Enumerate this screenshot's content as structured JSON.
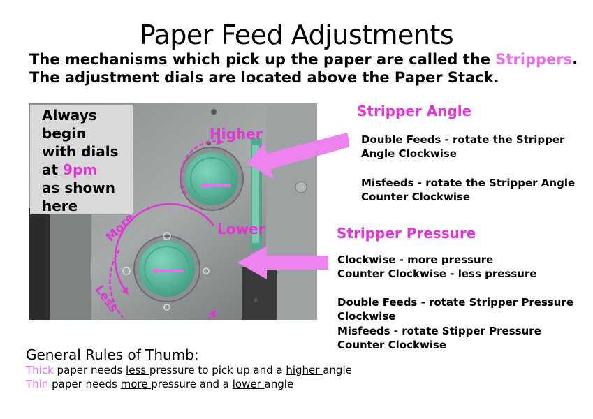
{
  "title": "Paper Feed Adjustments",
  "intro": {
    "line1_prefix": "The mechanisms which pick up the paper are called the ",
    "line1_highlight": "Strippers",
    "line1_suffix": ".",
    "line2": "The adjustment dials are located above the Paper Stack."
  },
  "photo": {
    "note_line1": "Always",
    "note_line2": "begin",
    "note_line3": "with dials",
    "note_line4_prefix": "at ",
    "note_line4_highlight": "9pm",
    "note_line5": "as shown",
    "note_line6": "here",
    "label_higher": "Higher",
    "label_lower": "Lower",
    "label_more": "More",
    "label_less": "Less"
  },
  "stripper_angle": {
    "heading": "Stripper Angle",
    "line1": "Double Feeds - rotate the Stripper",
    "line2": "Angle Clockwise",
    "line3": "Misfeeds - rotate the Stripper Angle",
    "line4": "Counter Clockwise"
  },
  "stripper_pressure": {
    "heading": "Stripper Pressure",
    "line1": "Clockwise - more pressure",
    "line2": "Counter Clockwise - less pressure",
    "line3": "Double Feeds -  rotate Stripper Pressure",
    "line4": "Clockwise",
    "line5": "Misfeeds - rotate Stipper Pressure",
    "line6": "Counter Clockwise"
  },
  "rules": {
    "heading": "General Rules of Thumb:",
    "thick_word": "Thick",
    "thick_a": " paper needs ",
    "thick_b": "less ",
    "thick_c": "pressure to pick up and a ",
    "thick_d": "higher ",
    "thick_e": "angle",
    "thin_word": "Thin",
    "thin_a": " paper needs ",
    "thin_b": "more ",
    "thin_c": "pressure and a ",
    "thin_d": "lower ",
    "thin_e": "angle"
  },
  "colors": {
    "highlight": "#e96fe8",
    "accent": "#e235d6",
    "dial": "#5fbfa4"
  }
}
